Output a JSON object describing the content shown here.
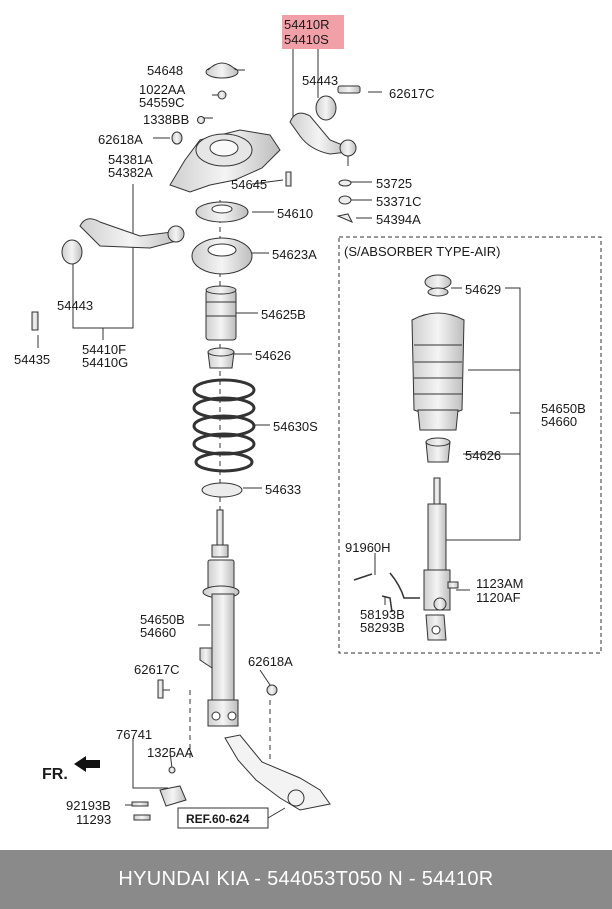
{
  "footer": {
    "text": "HYUNDAI  KIA - 544053T050      N - 54410R"
  },
  "box": {
    "title": "(S/ABSORBER TYPE-AIR)"
  },
  "direction": {
    "label": "FR."
  },
  "reference": {
    "label": "REF.60-624"
  },
  "labels": {
    "p54410R": "54410R",
    "p54410S": "54410S",
    "p54648": "54648",
    "p1022AA": "1022AA",
    "p54559C": "54559C",
    "p1338BB": "1338BB",
    "p62618A_top": "62618A",
    "p54381A": "54381A",
    "p54382A": "54382A",
    "p54443_top": "54443",
    "p62617C_top": "62617C",
    "p54645": "54645",
    "p53725": "53725",
    "p53371C": "53371C",
    "p54394A": "54394A",
    "p54610": "54610",
    "p54623A": "54623A",
    "p54443_left": "54443",
    "p54435": "54435",
    "p54410F": "54410F",
    "p54410G": "54410G",
    "p54625B": "54625B",
    "p54626": "54626",
    "p54630S": "54630S",
    "p54633": "54633",
    "p54650B": "54650B",
    "p54660": "54660",
    "p62617C_low": "62617C",
    "p62618A_low": "62618A",
    "p76741": "76741",
    "p1325AA": "1325AA",
    "p92193B": "92193B",
    "p11293": "11293",
    "b54629": "54629",
    "b54650B": "54650B",
    "b54660": "54660",
    "b54626": "54626",
    "b91960H": "91960H",
    "b1123AM": "1123AM",
    "b1120AF": "1120AF",
    "b58193B": "58193B",
    "b58293B": "58293B"
  },
  "colors": {
    "highlight": "#f2a0a8",
    "footer_bg": "#8a8a8a",
    "line": "#333333"
  }
}
